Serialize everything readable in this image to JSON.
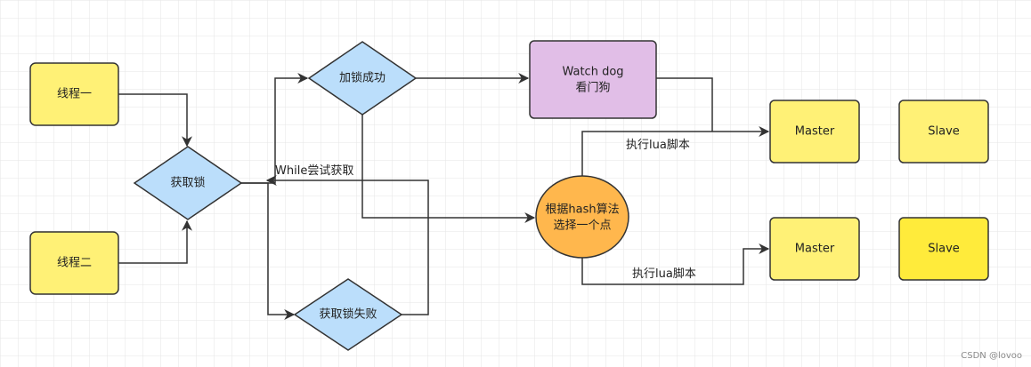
{
  "nodes": {
    "thread1": {
      "label": "线程一"
    },
    "thread2": {
      "label": "线程二"
    },
    "get_lock": {
      "label": "获取锁"
    },
    "lock_success": {
      "label": "加锁成功"
    },
    "lock_fail": {
      "label": "获取锁失败"
    },
    "watchdog": {
      "line1": "Watch dog",
      "line2": "看门狗"
    },
    "hash_select": {
      "line1": "根据hash算法",
      "line2": "选择一个点"
    },
    "master_top": {
      "label": "Master"
    },
    "slave_top": {
      "label": "Slave"
    },
    "master_bottom": {
      "label": "Master"
    },
    "slave_bottom": {
      "label": "Slave"
    }
  },
  "edges": {
    "retry_label": "While尝试获取",
    "lua_top_label": "执行lua脚本",
    "lua_bottom_label": "执行lua脚本"
  },
  "watermark": "CSDN @lovoo",
  "colors": {
    "yellow_fill": "#fff176",
    "yellow_strong_fill": "#ffeb3b",
    "blue_fill": "#bbdefb",
    "purple_fill": "#e1bee7",
    "orange_fill": "#ffb74d",
    "stroke": "#333333",
    "grid": "#e6e6e6"
  }
}
